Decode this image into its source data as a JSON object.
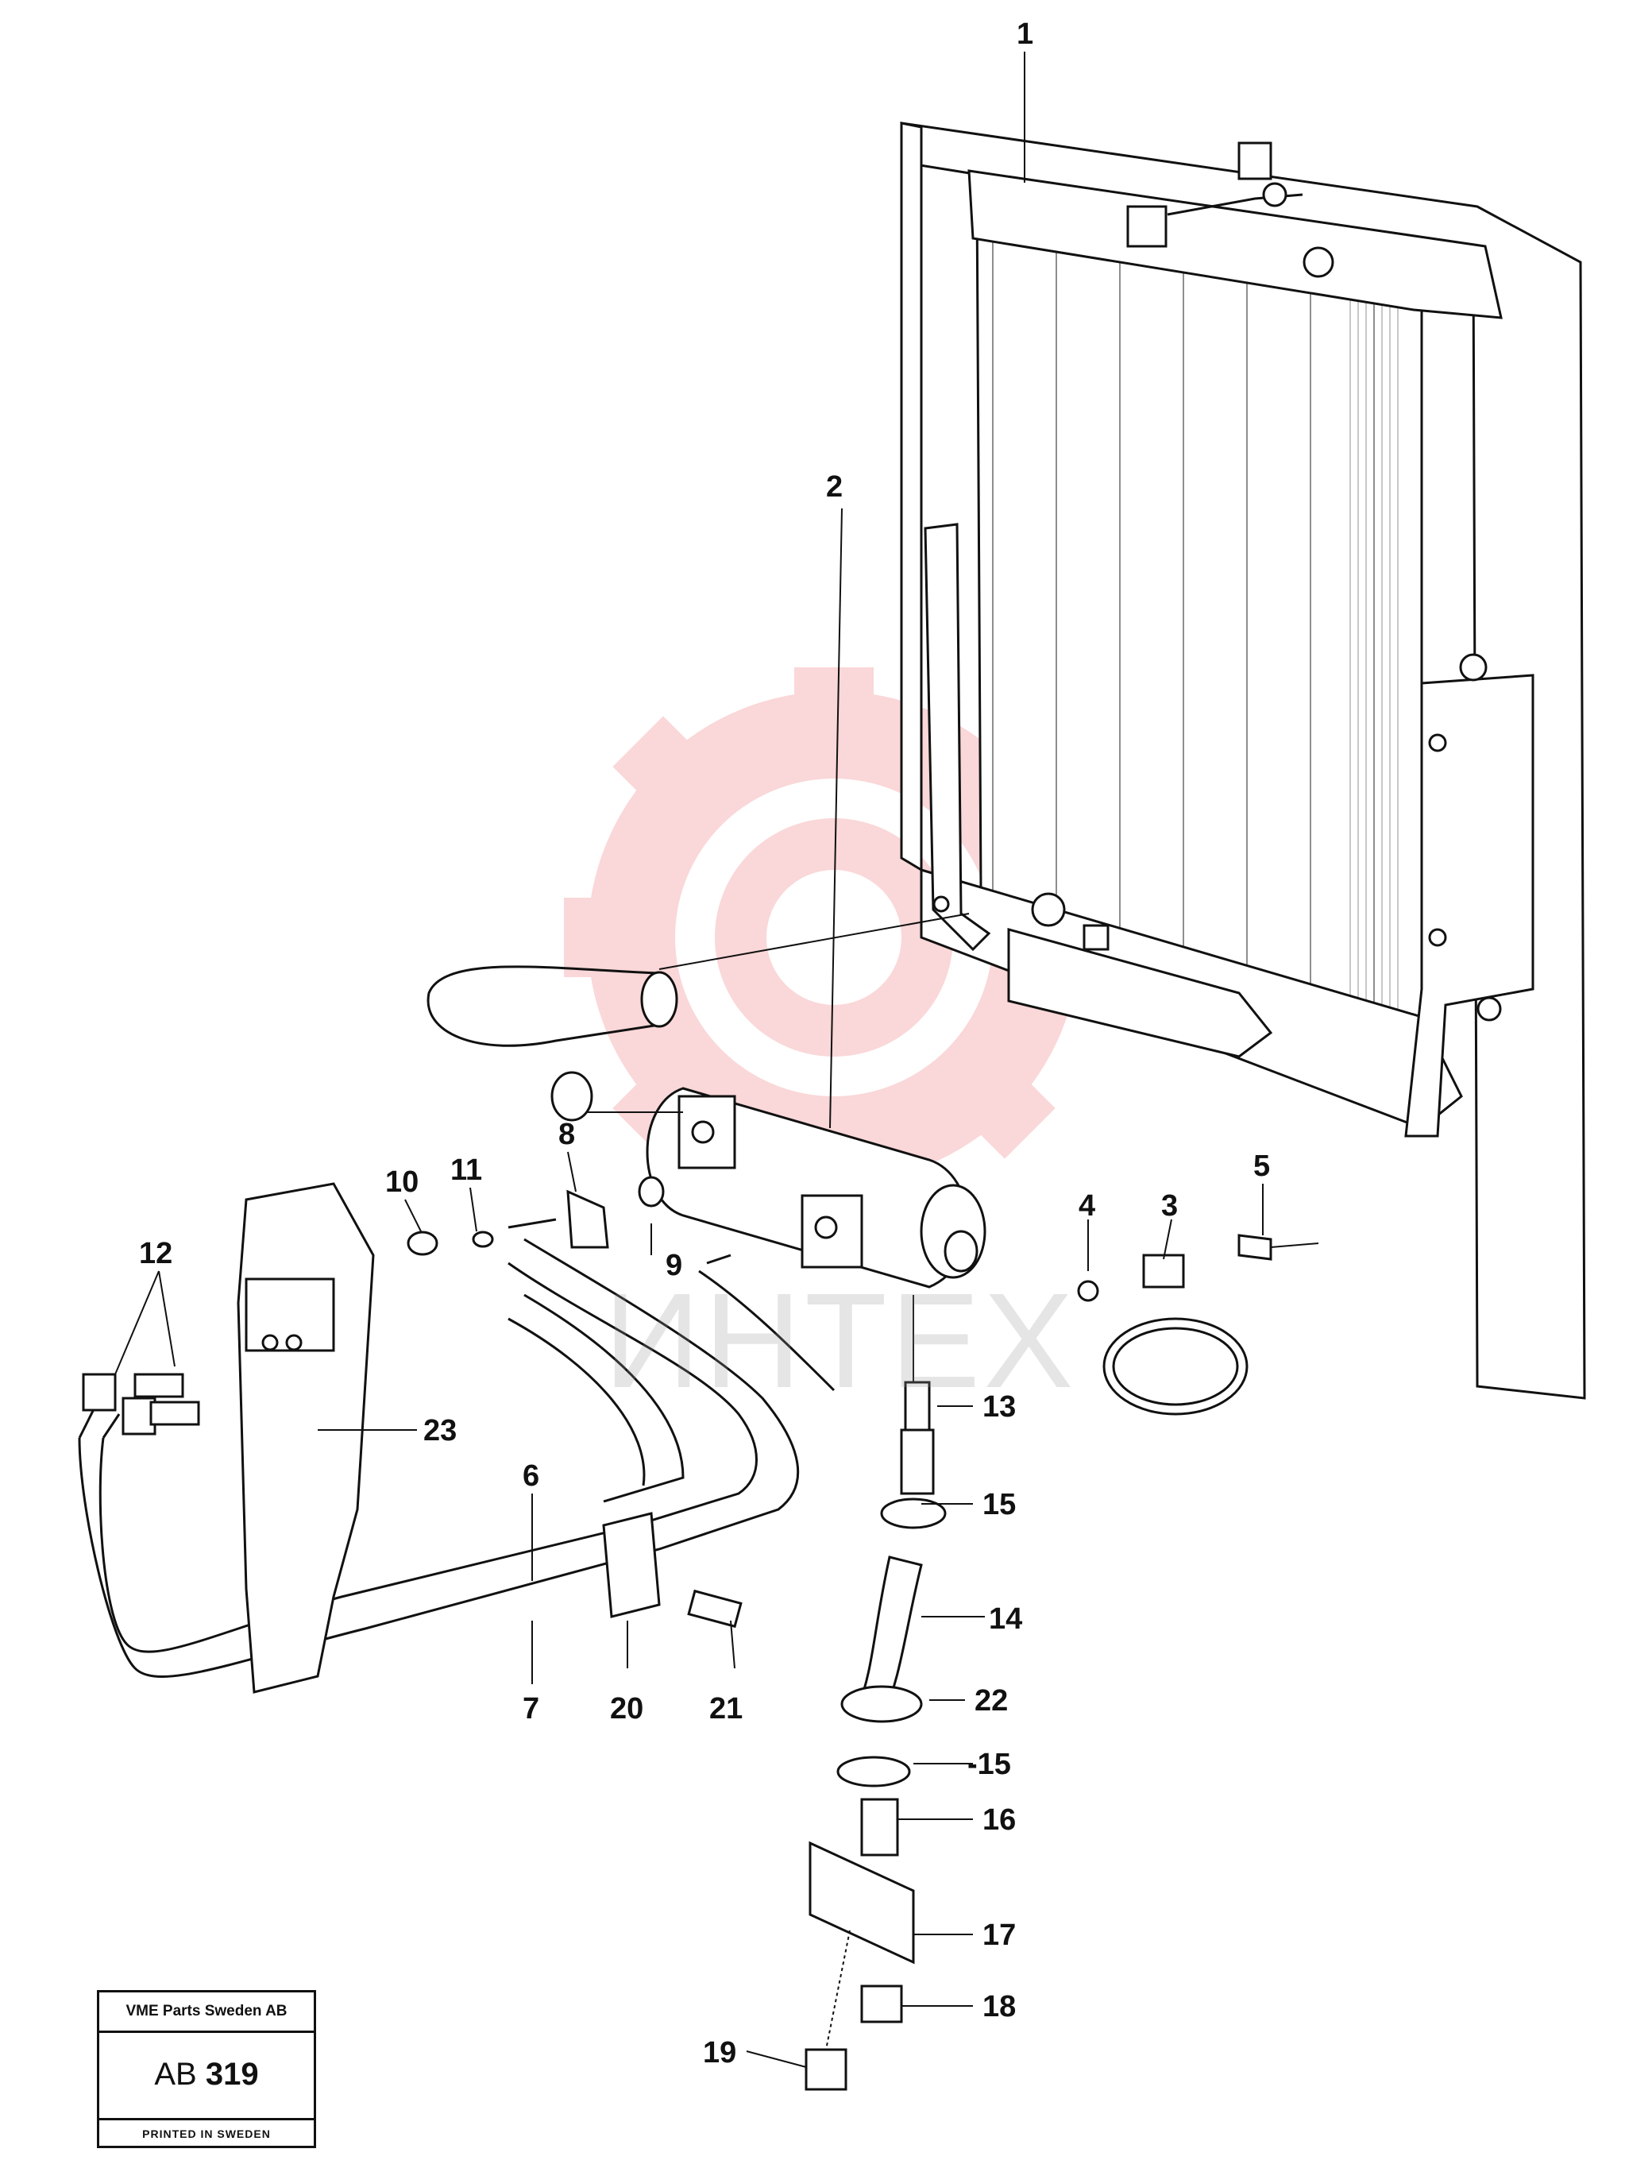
{
  "diagram": {
    "callouts": [
      {
        "id": "c1",
        "text": "1"
      },
      {
        "id": "c2",
        "text": "2"
      },
      {
        "id": "c3",
        "text": "3"
      },
      {
        "id": "c4",
        "text": "4"
      },
      {
        "id": "c5",
        "text": "5"
      },
      {
        "id": "c6",
        "text": "6"
      },
      {
        "id": "c7",
        "text": "7"
      },
      {
        "id": "c8",
        "text": "8"
      },
      {
        "id": "c9",
        "text": "9"
      },
      {
        "id": "c10",
        "text": "10"
      },
      {
        "id": "c11",
        "text": "11"
      },
      {
        "id": "c12",
        "text": "12"
      },
      {
        "id": "c13",
        "text": "13"
      },
      {
        "id": "c14",
        "text": "14"
      },
      {
        "id": "c15a",
        "text": "15"
      },
      {
        "id": "c15b",
        "text": "-15"
      },
      {
        "id": "c16",
        "text": "16"
      },
      {
        "id": "c17",
        "text": "17"
      },
      {
        "id": "c18",
        "text": "18"
      },
      {
        "id": "c19",
        "text": "19"
      },
      {
        "id": "c20",
        "text": "20"
      },
      {
        "id": "c21",
        "text": "21"
      },
      {
        "id": "c22",
        "text": "22"
      },
      {
        "id": "c23",
        "text": "23"
      }
    ]
  },
  "watermark": {
    "text": "ИНТЕХ",
    "color": "#e8262b"
  },
  "titleblock": {
    "company": "VME Parts Sweden AB",
    "code_prefix": "AB",
    "code_number": "319",
    "printed": "PRINTED IN SWEDEN"
  }
}
